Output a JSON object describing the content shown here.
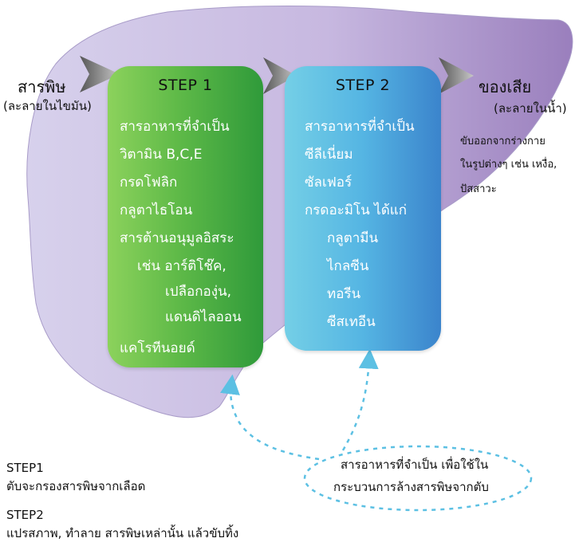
{
  "input": {
    "title": "สารพิษ",
    "subtitle": "(ละลายในไขมัน)"
  },
  "output": {
    "title": "ของเสีย",
    "subtitle": "(ละลายในน้ำ)",
    "excretion": [
      "ขับออกจากร่างกาย",
      "ในรูปต่างๆ เช่น เหงื่อ,",
      "ปัสสาวะ"
    ]
  },
  "step1": {
    "title": "STEP 1",
    "items": [
      "สารอาหารที่จำเป็น",
      "วิตามิน B,C,E",
      "กรดโฟลิก",
      "กลูตาไธโอน",
      "สารต้านอนุมูลอิสระ",
      "เช่น  อาร์ติโช๊ค,",
      "เปลือกองุ่น,",
      "แดนดิไลออน",
      "แคโรทีนอยด์"
    ]
  },
  "step2": {
    "title": "STEP 2",
    "items": [
      "สารอาหารที่จำเป็น",
      "ซีลีเนี่ยม",
      "ซัลเฟอร์",
      "กรดอะมิโน ได้แก่",
      "กลูตามีน",
      "ไกลซีน",
      "ทอรีน",
      "ซีสเทอีน"
    ]
  },
  "nutrient_note": [
    "สารอาหารที่จำเป็น เพื่อใช้ใน",
    "กระบวนการล้างสารพิษจากตับ"
  ],
  "footer": [
    {
      "label": "STEP1",
      "text": "ตับจะกรองสารพิษจากเลือด"
    },
    {
      "label": "STEP2",
      "text": "แปรสภาพ, ทำลาย สารพิษเหล่านั้น แล้วขับทิ้ง"
    }
  ],
  "colors": {
    "liver_left": "#cdc4e6",
    "liver_right": "#9a7fbd",
    "step1": "#4cae45",
    "step2": "#4da3db",
    "dashed": "#5cc0e3",
    "arrow": "#8a8a8a"
  }
}
